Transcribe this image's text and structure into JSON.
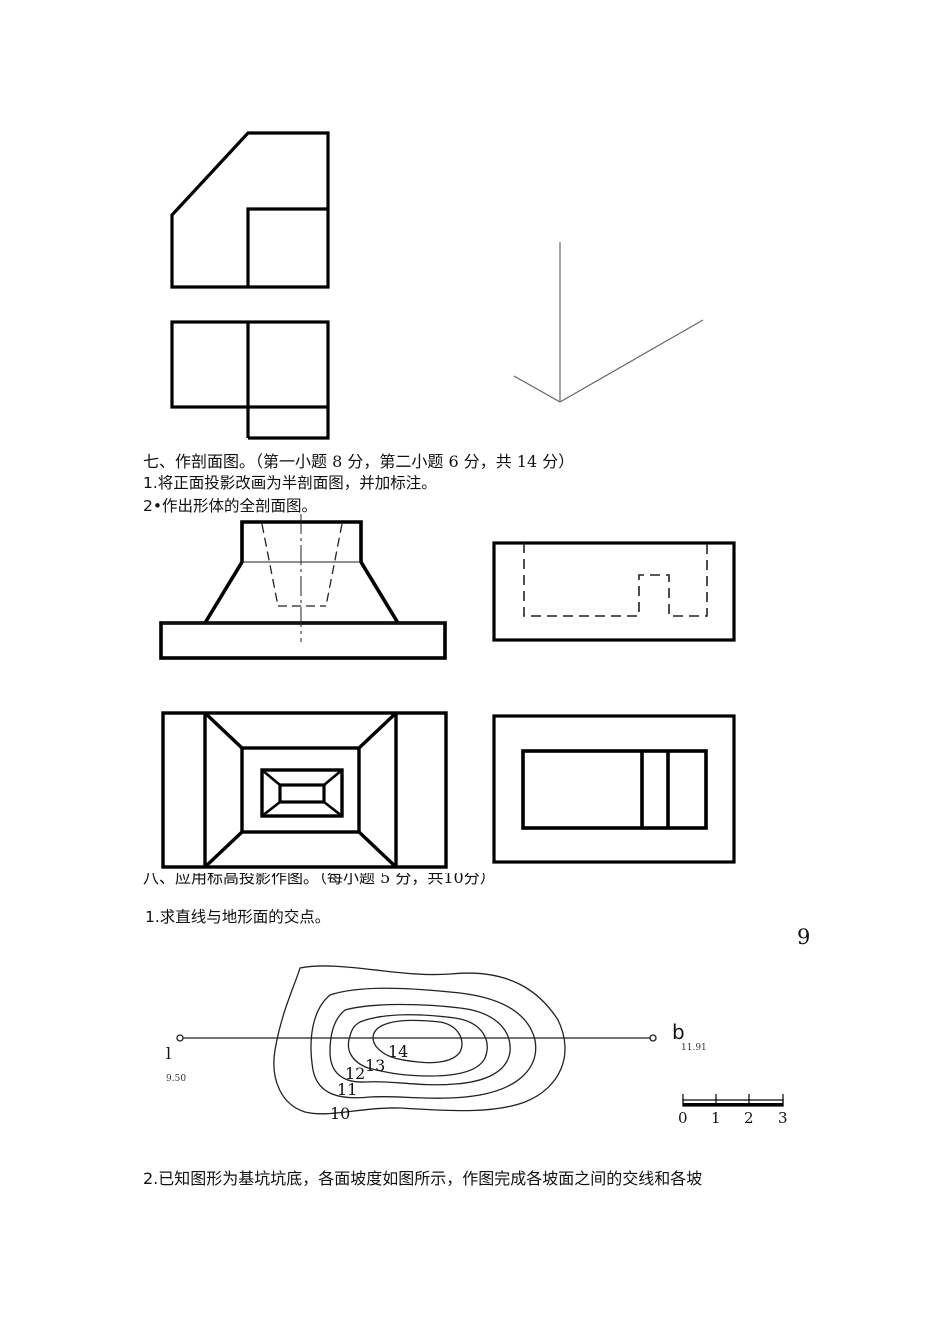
{
  "section7": {
    "heading": "七、作剖面图。（第一小题 8 分，第二小题 6 分，共 14 分）",
    "q1": "1.将正面投影改画为半剖面图，并加标注。",
    "q2": "2•作出形体的全剖面图。"
  },
  "section8": {
    "heading": "八、应用标高投影作图。（每小题 5 分，共10分）",
    "q1": "1.求直线与地形面的交点。",
    "q2": "2.已知图形为基坑坑底，各面坡度如图所示，作图完成各坡面之间的交线和各坡"
  },
  "page_number": "9",
  "topo": {
    "point_a_label": "l",
    "point_a_elev": "9.50",
    "point_b_label": "b",
    "point_b_elev": "11.91",
    "contours": [
      "10",
      "11",
      "12",
      "13",
      "14"
    ],
    "scale_ticks": [
      "0",
      "1",
      "2",
      "3"
    ]
  }
}
